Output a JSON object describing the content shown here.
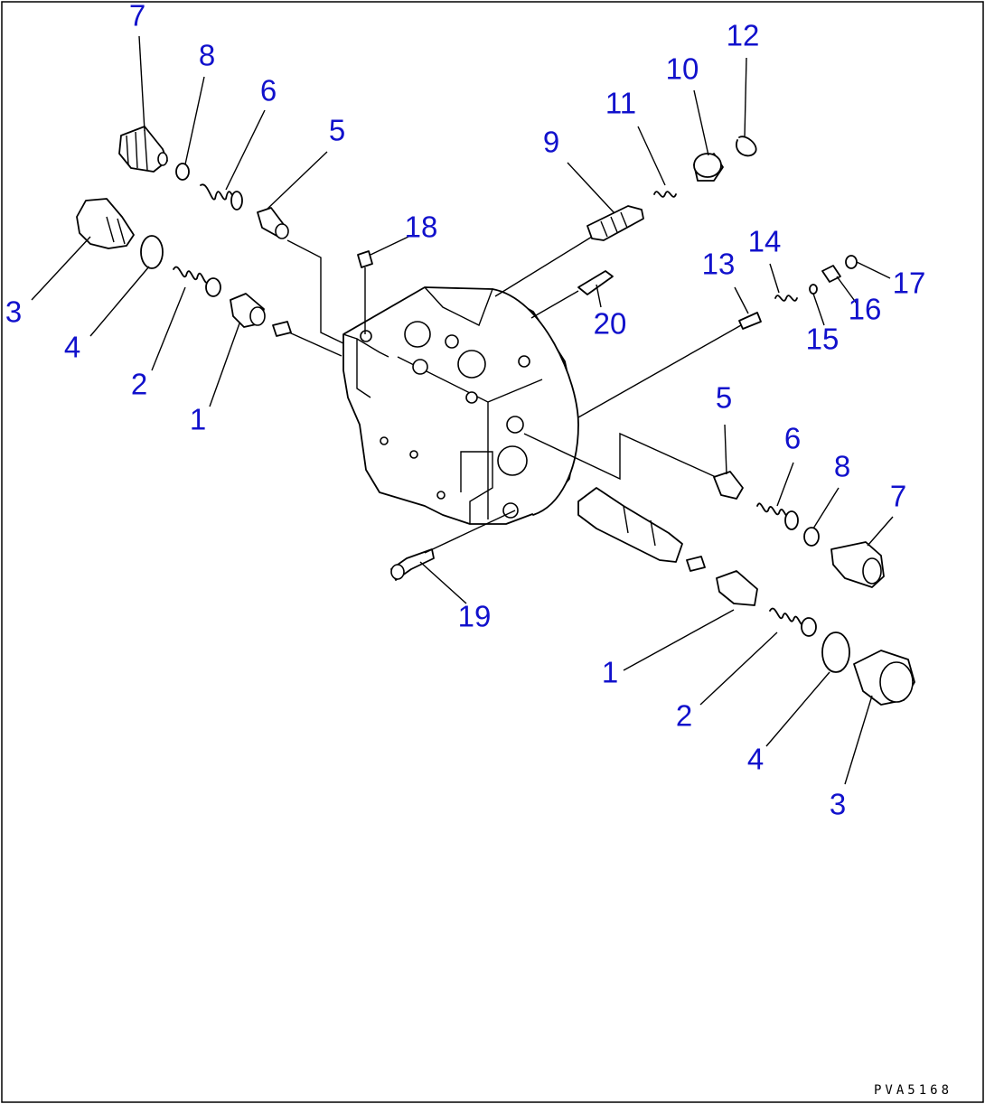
{
  "drawing_code": "PVA5168",
  "callouts": [
    {
      "id": "c7a",
      "label": "7"
    },
    {
      "id": "c8a",
      "label": "8"
    },
    {
      "id": "c6a",
      "label": "6"
    },
    {
      "id": "c5a",
      "label": "5"
    },
    {
      "id": "c3a",
      "label": "3"
    },
    {
      "id": "c4a",
      "label": "4"
    },
    {
      "id": "c2a",
      "label": "2"
    },
    {
      "id": "c1a",
      "label": "1"
    },
    {
      "id": "c18",
      "label": "18"
    },
    {
      "id": "c9",
      "label": "9"
    },
    {
      "id": "c11",
      "label": "11"
    },
    {
      "id": "c10",
      "label": "10"
    },
    {
      "id": "c12",
      "label": "12"
    },
    {
      "id": "c13",
      "label": "13"
    },
    {
      "id": "c14",
      "label": "14"
    },
    {
      "id": "c17",
      "label": "17"
    },
    {
      "id": "c16",
      "label": "16"
    },
    {
      "id": "c15",
      "label": "15"
    },
    {
      "id": "c20",
      "label": "20"
    },
    {
      "id": "c5b",
      "label": "5"
    },
    {
      "id": "c6b",
      "label": "6"
    },
    {
      "id": "c8b",
      "label": "8"
    },
    {
      "id": "c7b",
      "label": "7"
    },
    {
      "id": "c19",
      "label": "19"
    },
    {
      "id": "c1b",
      "label": "1"
    },
    {
      "id": "c2b",
      "label": "2"
    },
    {
      "id": "c4b",
      "label": "4"
    },
    {
      "id": "c3b",
      "label": "3"
    }
  ]
}
